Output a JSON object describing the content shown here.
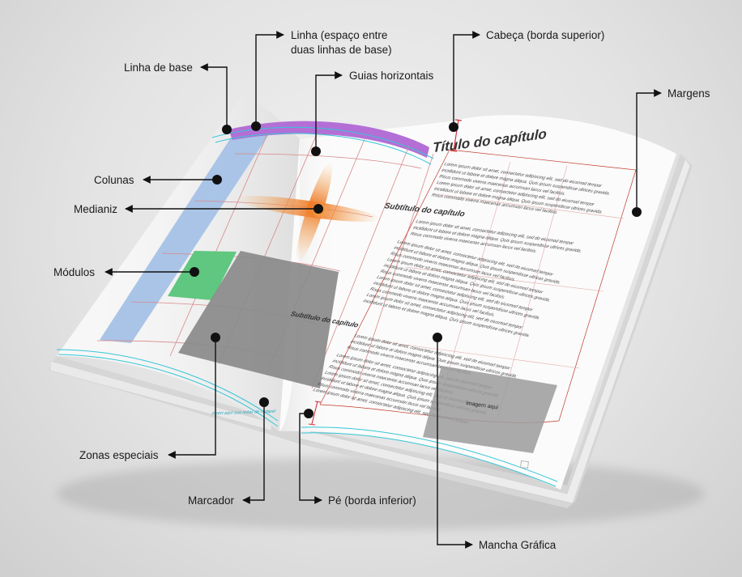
{
  "labels": {
    "linha_de_base": "Linha de base",
    "linha_line1": "Linha (espaço entre",
    "linha_line2": "duas linhas de base)",
    "guias_horizontais": "Guias horizontais",
    "cabeca": "Cabeça (borda superior)",
    "margens": "Margens",
    "colunas": "Colunas",
    "medianiz": "Medianiz",
    "modulos": "Módulos",
    "zonas_especiais": "Zonas especiais",
    "marcador": "Marcador",
    "pe": "Pé (borda inferior)",
    "mancha_grafica": "Mancha Gráfica"
  },
  "page": {
    "chapter_title": "Título do capítulo",
    "subtitle_1": "Subtítulo do capítulo",
    "subtitle_2": "Subtítulo do capítulo",
    "image_placeholder": "imagem aqui",
    "footnote": "Insert aqui sua notas de rodapé!",
    "lorem_1": "Lorem ipsum dolor sit amet, consectetur adipiscing elit, sed do eiusmod tempor",
    "lorem_2": "incididunt ut labore et dolore magna aliqua. Quis ipsum suspendisse ultrices gravida.",
    "lorem_3": "Risus commodo viverra maecenas accumsan lacus vel facilisis."
  },
  "colors": {
    "columns": "#a9c4e6",
    "modules": "#5fc77f",
    "zones": "#8a8a8a",
    "gutter": "#f08a2c",
    "bookmark": "#b46fd6",
    "baseline": "#35c6d8",
    "guides": "#d9888a",
    "margins": "#c0392b"
  },
  "icons": [
    "arrow-icon",
    "dot-icon"
  ]
}
